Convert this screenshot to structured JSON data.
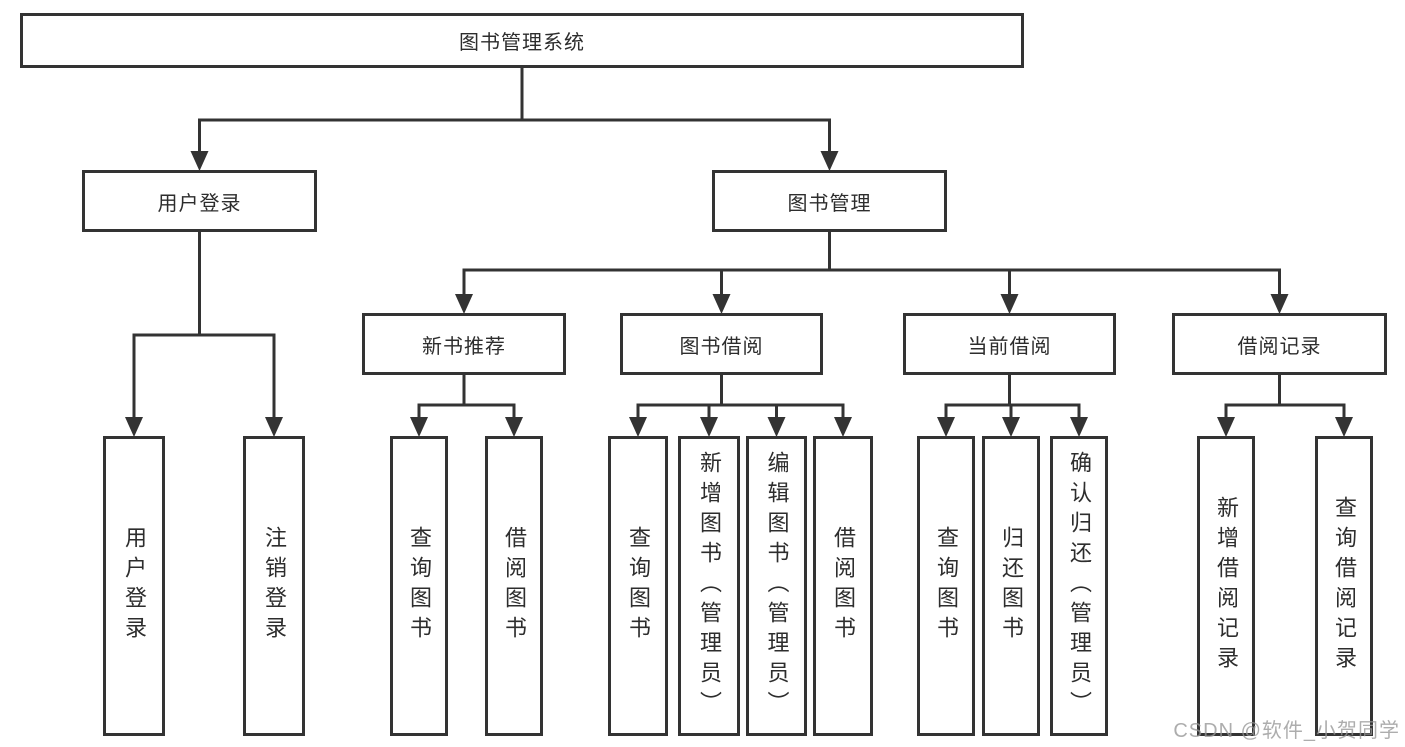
{
  "diagram": {
    "title": "图书管理系统",
    "watermark": "CSDN @软件_小贺同学",
    "colors": {
      "line": "#333333",
      "box_border": "#333333",
      "text": "#2d2d2d",
      "watermark": "#969696",
      "background": "#ffffff"
    },
    "nodes": [
      {
        "id": "root",
        "label": "图书管理系统",
        "orientation": "horizontal"
      },
      {
        "id": "user-login",
        "label": "用户登录",
        "orientation": "horizontal"
      },
      {
        "id": "book-mgmt",
        "label": "图书管理",
        "orientation": "horizontal"
      },
      {
        "id": "new-book-rec",
        "label": "新书推荐",
        "orientation": "horizontal"
      },
      {
        "id": "book-borrow",
        "label": "图书借阅",
        "orientation": "horizontal"
      },
      {
        "id": "current-borrow",
        "label": "当前借阅",
        "orientation": "horizontal"
      },
      {
        "id": "borrow-records",
        "label": "借阅记录",
        "orientation": "horizontal"
      },
      {
        "id": "leaf-user-login",
        "label": "用户登录",
        "orientation": "vertical"
      },
      {
        "id": "leaf-logout",
        "label": "注销登录",
        "orientation": "vertical"
      },
      {
        "id": "nbr-query",
        "label": "查询图书",
        "orientation": "vertical"
      },
      {
        "id": "nbr-borrow",
        "label": "借阅图书",
        "orientation": "vertical"
      },
      {
        "id": "bb-query",
        "label": "查询图书",
        "orientation": "vertical"
      },
      {
        "id": "bb-add",
        "label": "新增图书（管理员）",
        "orientation": "vertical"
      },
      {
        "id": "bb-edit",
        "label": "编辑图书（管理员）",
        "orientation": "vertical"
      },
      {
        "id": "bb-borrow",
        "label": "借阅图书",
        "orientation": "vertical"
      },
      {
        "id": "cb-query",
        "label": "查询图书",
        "orientation": "vertical"
      },
      {
        "id": "cb-return",
        "label": "归还图书",
        "orientation": "vertical"
      },
      {
        "id": "cb-confirm",
        "label": "确认归还（管理员）",
        "orientation": "vertical"
      },
      {
        "id": "br-add",
        "label": "新增借阅记录",
        "orientation": "vertical"
      },
      {
        "id": "br-query",
        "label": "查询借阅记录",
        "orientation": "vertical"
      }
    ],
    "tree": [
      {
        "parent": "root",
        "children": [
          "user-login",
          "book-mgmt"
        ]
      },
      {
        "parent": "user-login",
        "children": [
          "leaf-user-login",
          "leaf-logout"
        ]
      },
      {
        "parent": "book-mgmt",
        "children": [
          "new-book-rec",
          "book-borrow",
          "current-borrow",
          "borrow-records"
        ]
      },
      {
        "parent": "new-book-rec",
        "children": [
          "nbr-query",
          "nbr-borrow"
        ]
      },
      {
        "parent": "book-borrow",
        "children": [
          "bb-query",
          "bb-add",
          "bb-edit",
          "bb-borrow"
        ]
      },
      {
        "parent": "current-borrow",
        "children": [
          "cb-query",
          "cb-return",
          "cb-confirm"
        ]
      },
      {
        "parent": "borrow-records",
        "children": [
          "br-add",
          "br-query"
        ]
      }
    ]
  }
}
